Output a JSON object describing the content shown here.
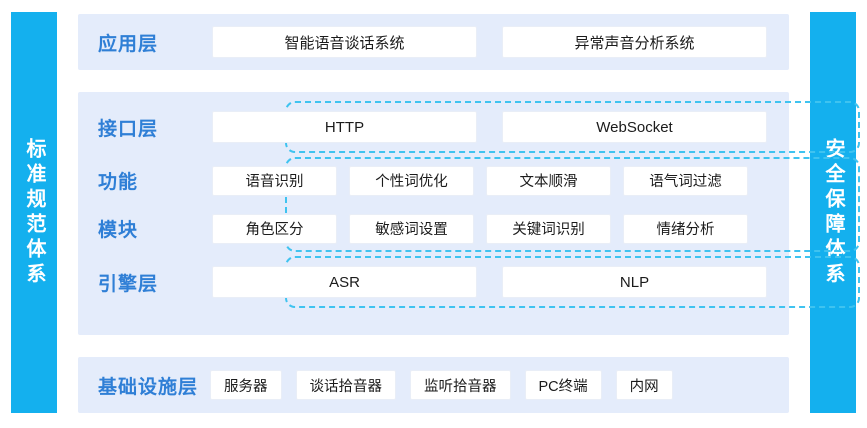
{
  "colors": {
    "sidebar_blue": "#14b0ee",
    "band_bg": "#e4ecfb",
    "dashed_border": "#3fc3f0",
    "label_text": "#2f7fd6",
    "card_bg": "#ffffff"
  },
  "sidebars": {
    "left": {
      "label": "标准规范体系"
    },
    "right": {
      "label": "安全保障体系"
    }
  },
  "layers": {
    "application": {
      "label": "应用层",
      "items": [
        {
          "label": "智能语音谈话系统"
        },
        {
          "label": "异常声音分析系统"
        }
      ]
    },
    "interface": {
      "label": "接口层",
      "items": [
        {
          "label": "HTTP"
        },
        {
          "label": "WebSocket"
        }
      ]
    },
    "function_module": {
      "label_line1": "功能",
      "label_line2": "模块",
      "row1": [
        {
          "label": "语音识别"
        },
        {
          "label": "个性词优化"
        },
        {
          "label": "文本顺滑"
        },
        {
          "label": "语气词过滤"
        }
      ],
      "row2": [
        {
          "label": "角色区分"
        },
        {
          "label": "敏感词设置"
        },
        {
          "label": "关键词识别"
        },
        {
          "label": "情绪分析"
        }
      ]
    },
    "engine": {
      "label": "引擎层",
      "items": [
        {
          "label": "ASR"
        },
        {
          "label": "NLP"
        }
      ]
    },
    "infrastructure": {
      "label": "基础设施层",
      "items": [
        {
          "label": "服务器"
        },
        {
          "label": "谈话拾音器"
        },
        {
          "label": "监听拾音器"
        },
        {
          "label": "PC终端"
        },
        {
          "label": "内网"
        }
      ]
    }
  }
}
